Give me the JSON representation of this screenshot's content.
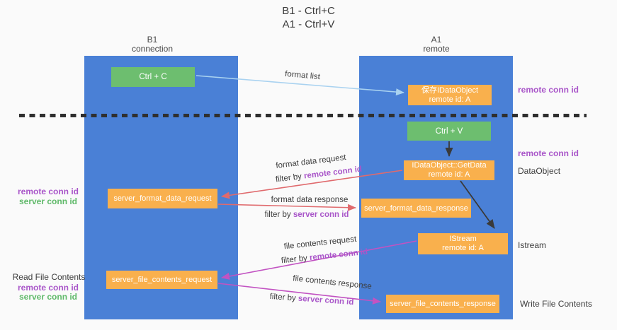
{
  "title": {
    "line1": "B1 - Ctrl+C",
    "line2": "A1 - Ctrl+V"
  },
  "lanes": {
    "left": {
      "title": "B1",
      "subtitle": "connection"
    },
    "right": {
      "title": "A1",
      "subtitle": "remote"
    }
  },
  "nodes": {
    "ctrl_c": "Ctrl + C",
    "ctrl_v": "Ctrl + V",
    "save_idataobject": {
      "line1": "保存IDataObject",
      "line2": "remote id: A"
    },
    "getdata": {
      "line1": "IDataObject::GetData",
      "line2": "remote id: A"
    },
    "istream": {
      "line1": "IStream",
      "line2": "remote id: A"
    },
    "server_format_data_request": "server_format_data_request",
    "server_format_data_response": "server_format_data_response",
    "server_file_contents_request": "server_file_contents_request",
    "server_file_contents_response": "server_file_contents_response"
  },
  "edge_labels": {
    "format_list": "format list",
    "format_data_request": "format data request",
    "format_data_response": "format data response",
    "file_contents_request": "file contents request",
    "file_contents_response": "file contents response",
    "filter_by": "filter by",
    "remote_conn_id": "remote conn id",
    "server_conn_id": "server conn id"
  },
  "left_annotations": {
    "remote_conn_id_top": "remote conn id",
    "server_conn_id_top": "server conn id",
    "read_file_contents": "Read File Contents",
    "remote_conn_id_bottom": "remote conn id",
    "server_conn_id_bottom": "server conn id"
  },
  "right_annotations": {
    "remote_conn_id_top": "remote conn id",
    "remote_conn_id_mid": "remote conn id",
    "dataobject": "DataObject",
    "istream": "Istream",
    "write_file_contents": "Write File Contents"
  },
  "colors": {
    "background": "#FAFAFA",
    "lane-blue": "#4A80D6",
    "node-green": "#6DBE6F",
    "node-orange": "#F9B04D",
    "arrow-blue": "#A9D2F0",
    "arrow-black": "#3A3A3A",
    "arrow-salmon": "#E06A6D",
    "arrow-magenta": "#C253C2",
    "text-purple": "#A956C9",
    "text-green": "#5FB969",
    "text-dark": "#3D3D3D"
  }
}
